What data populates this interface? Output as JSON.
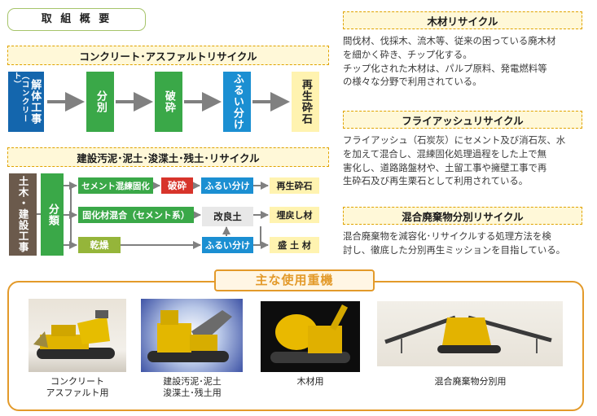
{
  "overview": {
    "title": "取 組 概 要"
  },
  "concrete": {
    "title": "コンクリート･アスファルトリサイクル",
    "demolition_main": "解体工事",
    "demolition_sub": "（コンクリート）",
    "sort": "分別",
    "crush": "破砕",
    "sieve": "ふるい分け",
    "result": "再生砕石"
  },
  "sludge": {
    "title": "建設汚泥･泥土･浚渫土･残土･リサイクル",
    "source": "土木・建設工事",
    "classify": "分類",
    "row1": {
      "step1": "セメント混練固化",
      "step2": "破砕",
      "step3": "ふるい分け",
      "result": "再生砕石"
    },
    "row2": {
      "step1": "固化材混合（セメント系）",
      "step2": "改良土",
      "result": "埋戻し材"
    },
    "row3": {
      "step1": "乾燥",
      "step2": "ふるい分け",
      "result": "盛 土 材"
    }
  },
  "wood": {
    "title": "木材リサイクル",
    "text": "間伐材、伐採木、流木等、従来の困っている廃木材\nを細かく砕き、チップ化する。\nチップ化された木材は、パルプ原料、発電燃料等\nの様々な分野で利用されている。"
  },
  "flyash": {
    "title": "フライアッシュリサイクル",
    "text": "フライアッシュ（石炭灰）にセメント及び消石灰、水\nを加えて混合し、混練固化処理過程をした上で無\n害化し、道路路盤材や、土留工事や擁壁工事で再\n生砕石及び再生栗石として利用されている。"
  },
  "mixed": {
    "title": "混合廃棄物分別リサイクル",
    "text": "混合廃棄物を減容化･リサイクルする処理方法を検\n討し、徹底した分別再生ミッションを目指している。"
  },
  "machines": {
    "title": "主な使用重機",
    "items": [
      {
        "caption": "コンクリート\nアスファルト用"
      },
      {
        "caption": "建設汚泥･泥土\n浚渫土･残土用"
      },
      {
        "caption": "木材用"
      },
      {
        "caption": "混合廃棄物分別用"
      }
    ]
  },
  "colors": {
    "blue": "#1466ad",
    "green": "#3aa848",
    "red": "#d7342b",
    "cyan": "#1b8fd2",
    "olive": "#95b53a",
    "brown": "#6b5a4c",
    "sand": "#fff3b0",
    "orange": "#e39a2a"
  }
}
